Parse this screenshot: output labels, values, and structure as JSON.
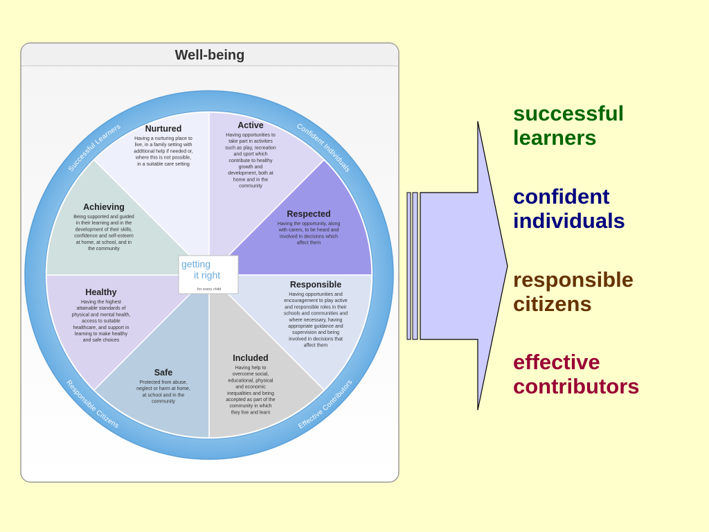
{
  "diagram": {
    "title": "Well-being",
    "logo": {
      "line1": "getting",
      "line2": "it right",
      "line3": "for every child"
    },
    "ring_labels": [
      "Successful Learners",
      "Confident Individuals",
      "Effective Contributors",
      "Responsible Citizens"
    ],
    "segments": [
      {
        "name": "Nurtured",
        "lines": [
          "Having a nurturing place to",
          "live, in a family setting with",
          "additional help if needed or,",
          "where this is not possible,",
          "in a suitable care setting"
        ],
        "color": "#eef0fb"
      },
      {
        "name": "Active",
        "lines": [
          "Having opportunities to",
          "take part in activities",
          "such as play, recreation",
          "and sport which",
          "contribute to healthy",
          "growth and",
          "development, both at",
          "home and in the",
          "community"
        ],
        "color": "#dcd8f4"
      },
      {
        "name": "Respected",
        "lines": [
          "Having the opportunity, along",
          "with carers, to be heard and",
          "involved in decisions which",
          "affect them"
        ],
        "color": "#9d97ea"
      },
      {
        "name": "Responsible",
        "lines": [
          "Having opportunities and",
          "encouragement to play active",
          "and responsible roles in their",
          "schools and communities and",
          "where necessary, having",
          "appropriate guidance and",
          "supervision and being",
          "involved in decisions that",
          "affect them"
        ],
        "color": "#dbe3f3"
      },
      {
        "name": "Included",
        "lines": [
          "Having help to",
          "overcome social,",
          "educational, physical",
          "and economic",
          "inequalities and being",
          "accepted as part of the",
          "community in which",
          "they live and learn"
        ],
        "color": "#d4d4d4"
      },
      {
        "name": "Safe",
        "lines": [
          "Protected from abuse,",
          "neglect or harm at home,",
          "at school and in the",
          "community"
        ],
        "color": "#b8cde0"
      },
      {
        "name": "Healthy",
        "lines": [
          "Having the highest",
          "attainable standards of",
          "physical and mental health,",
          "access to suitable",
          "healthcare, and support in",
          "learning to make healthy",
          "and safe choices"
        ],
        "color": "#d9d3ef"
      },
      {
        "name": "Achieving",
        "lines": [
          "Being supported and guided",
          "in their learning and in the",
          "development of their skills,",
          "confidence and self-esteem",
          "at home, at school, and in",
          "the community"
        ],
        "color": "#cfe0de"
      }
    ]
  },
  "outcomes": [
    {
      "line1": "successful",
      "line2": "learners",
      "color": "#006600"
    },
    {
      "line1": "confident",
      "line2": "individuals",
      "color": "#000080"
    },
    {
      "line1": "responsible",
      "line2": "citizens",
      "color": "#663300"
    },
    {
      "line1": "effective",
      "line2": "contributors",
      "color": "#990033"
    }
  ]
}
